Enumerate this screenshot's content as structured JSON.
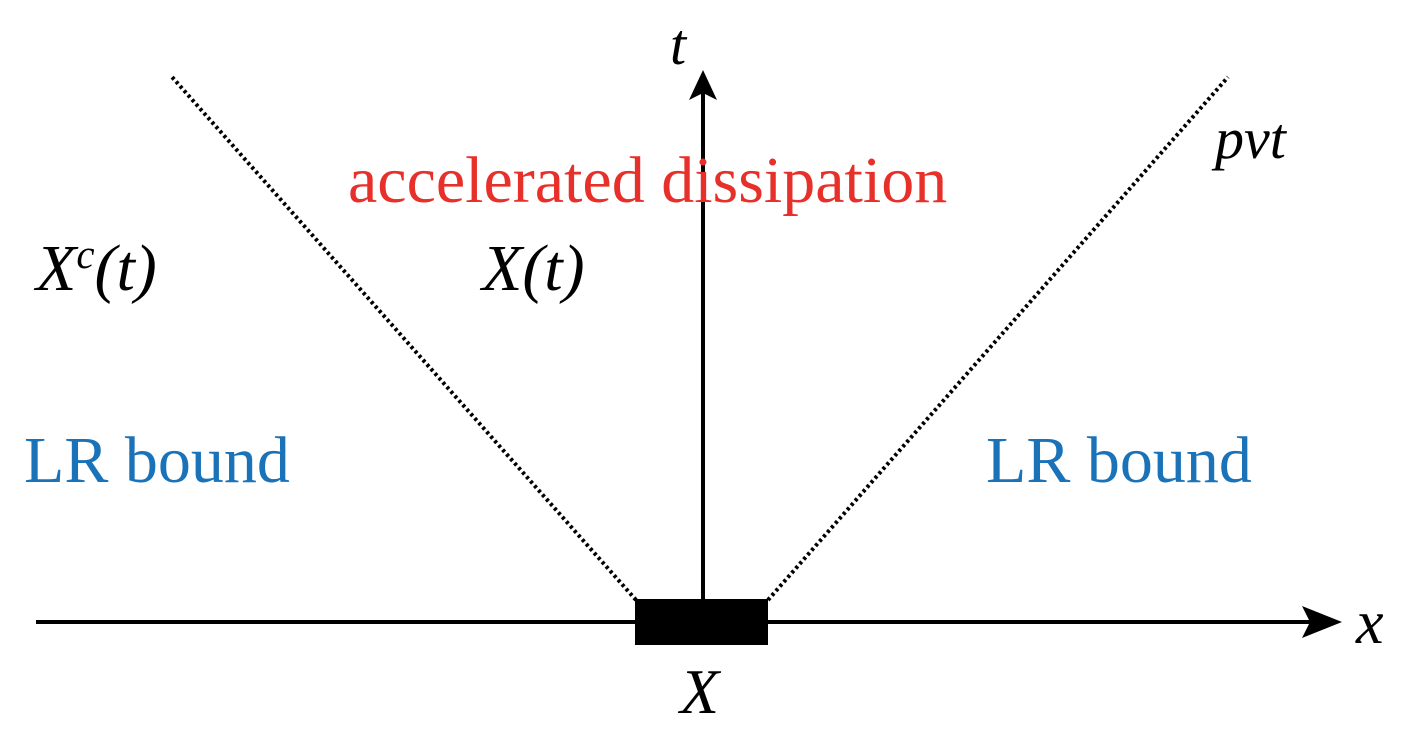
{
  "colors": {
    "axis": "#000000",
    "light_cone": "#000000",
    "accelerated_text": "#e8302a",
    "lr_text": "#1a73b8",
    "math_text": "#000000"
  },
  "labels": {
    "t_axis": "t",
    "x_axis": "x",
    "region_X": "X",
    "pvt": "pvt",
    "accelerated": "accelerated dissipation",
    "Xc_base": "X",
    "Xc_sup": "c",
    "Xc_arg": "(t)",
    "Xt_base": "X",
    "Xt_arg": "(t)",
    "lr_left": "LR bound",
    "lr_right": "LR bound"
  }
}
